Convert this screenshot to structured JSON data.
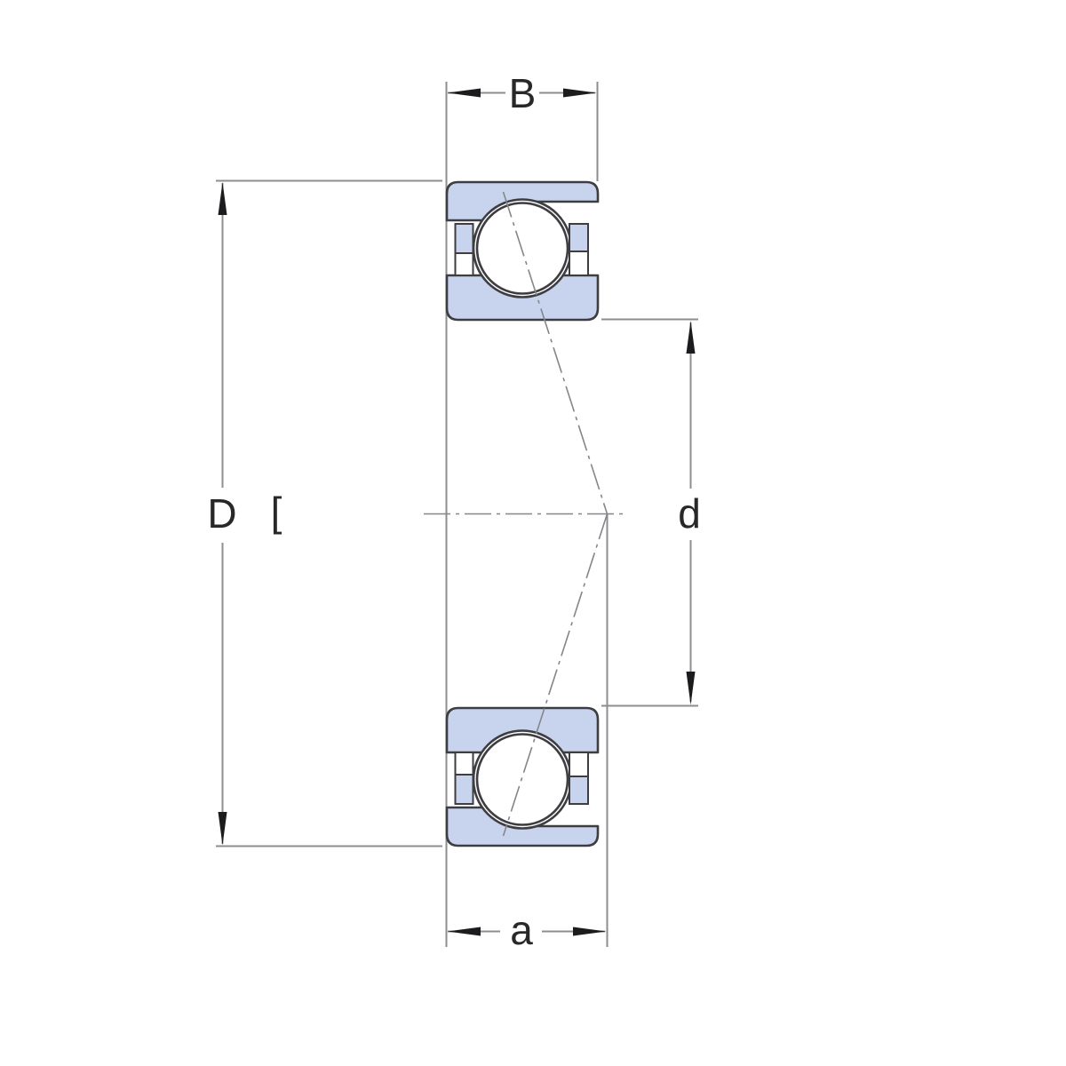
{
  "figure": {
    "name": "Angular contact ball bearing cross-section diagram",
    "dimension_labels": {
      "width": "B",
      "outer_diameter": "D",
      "outer_diameter_mark": "[",
      "bore_diameter": "d",
      "pressure_center_distance": "a"
    },
    "colors": {
      "ring_fill": "#c8d4ee",
      "outline": "#3d3d42",
      "dimension_line": "#8e8e92",
      "centerline": "#85868a",
      "arrow": "#1c1c1e",
      "label_text": "#28282a",
      "background": "#ffffff"
    }
  }
}
